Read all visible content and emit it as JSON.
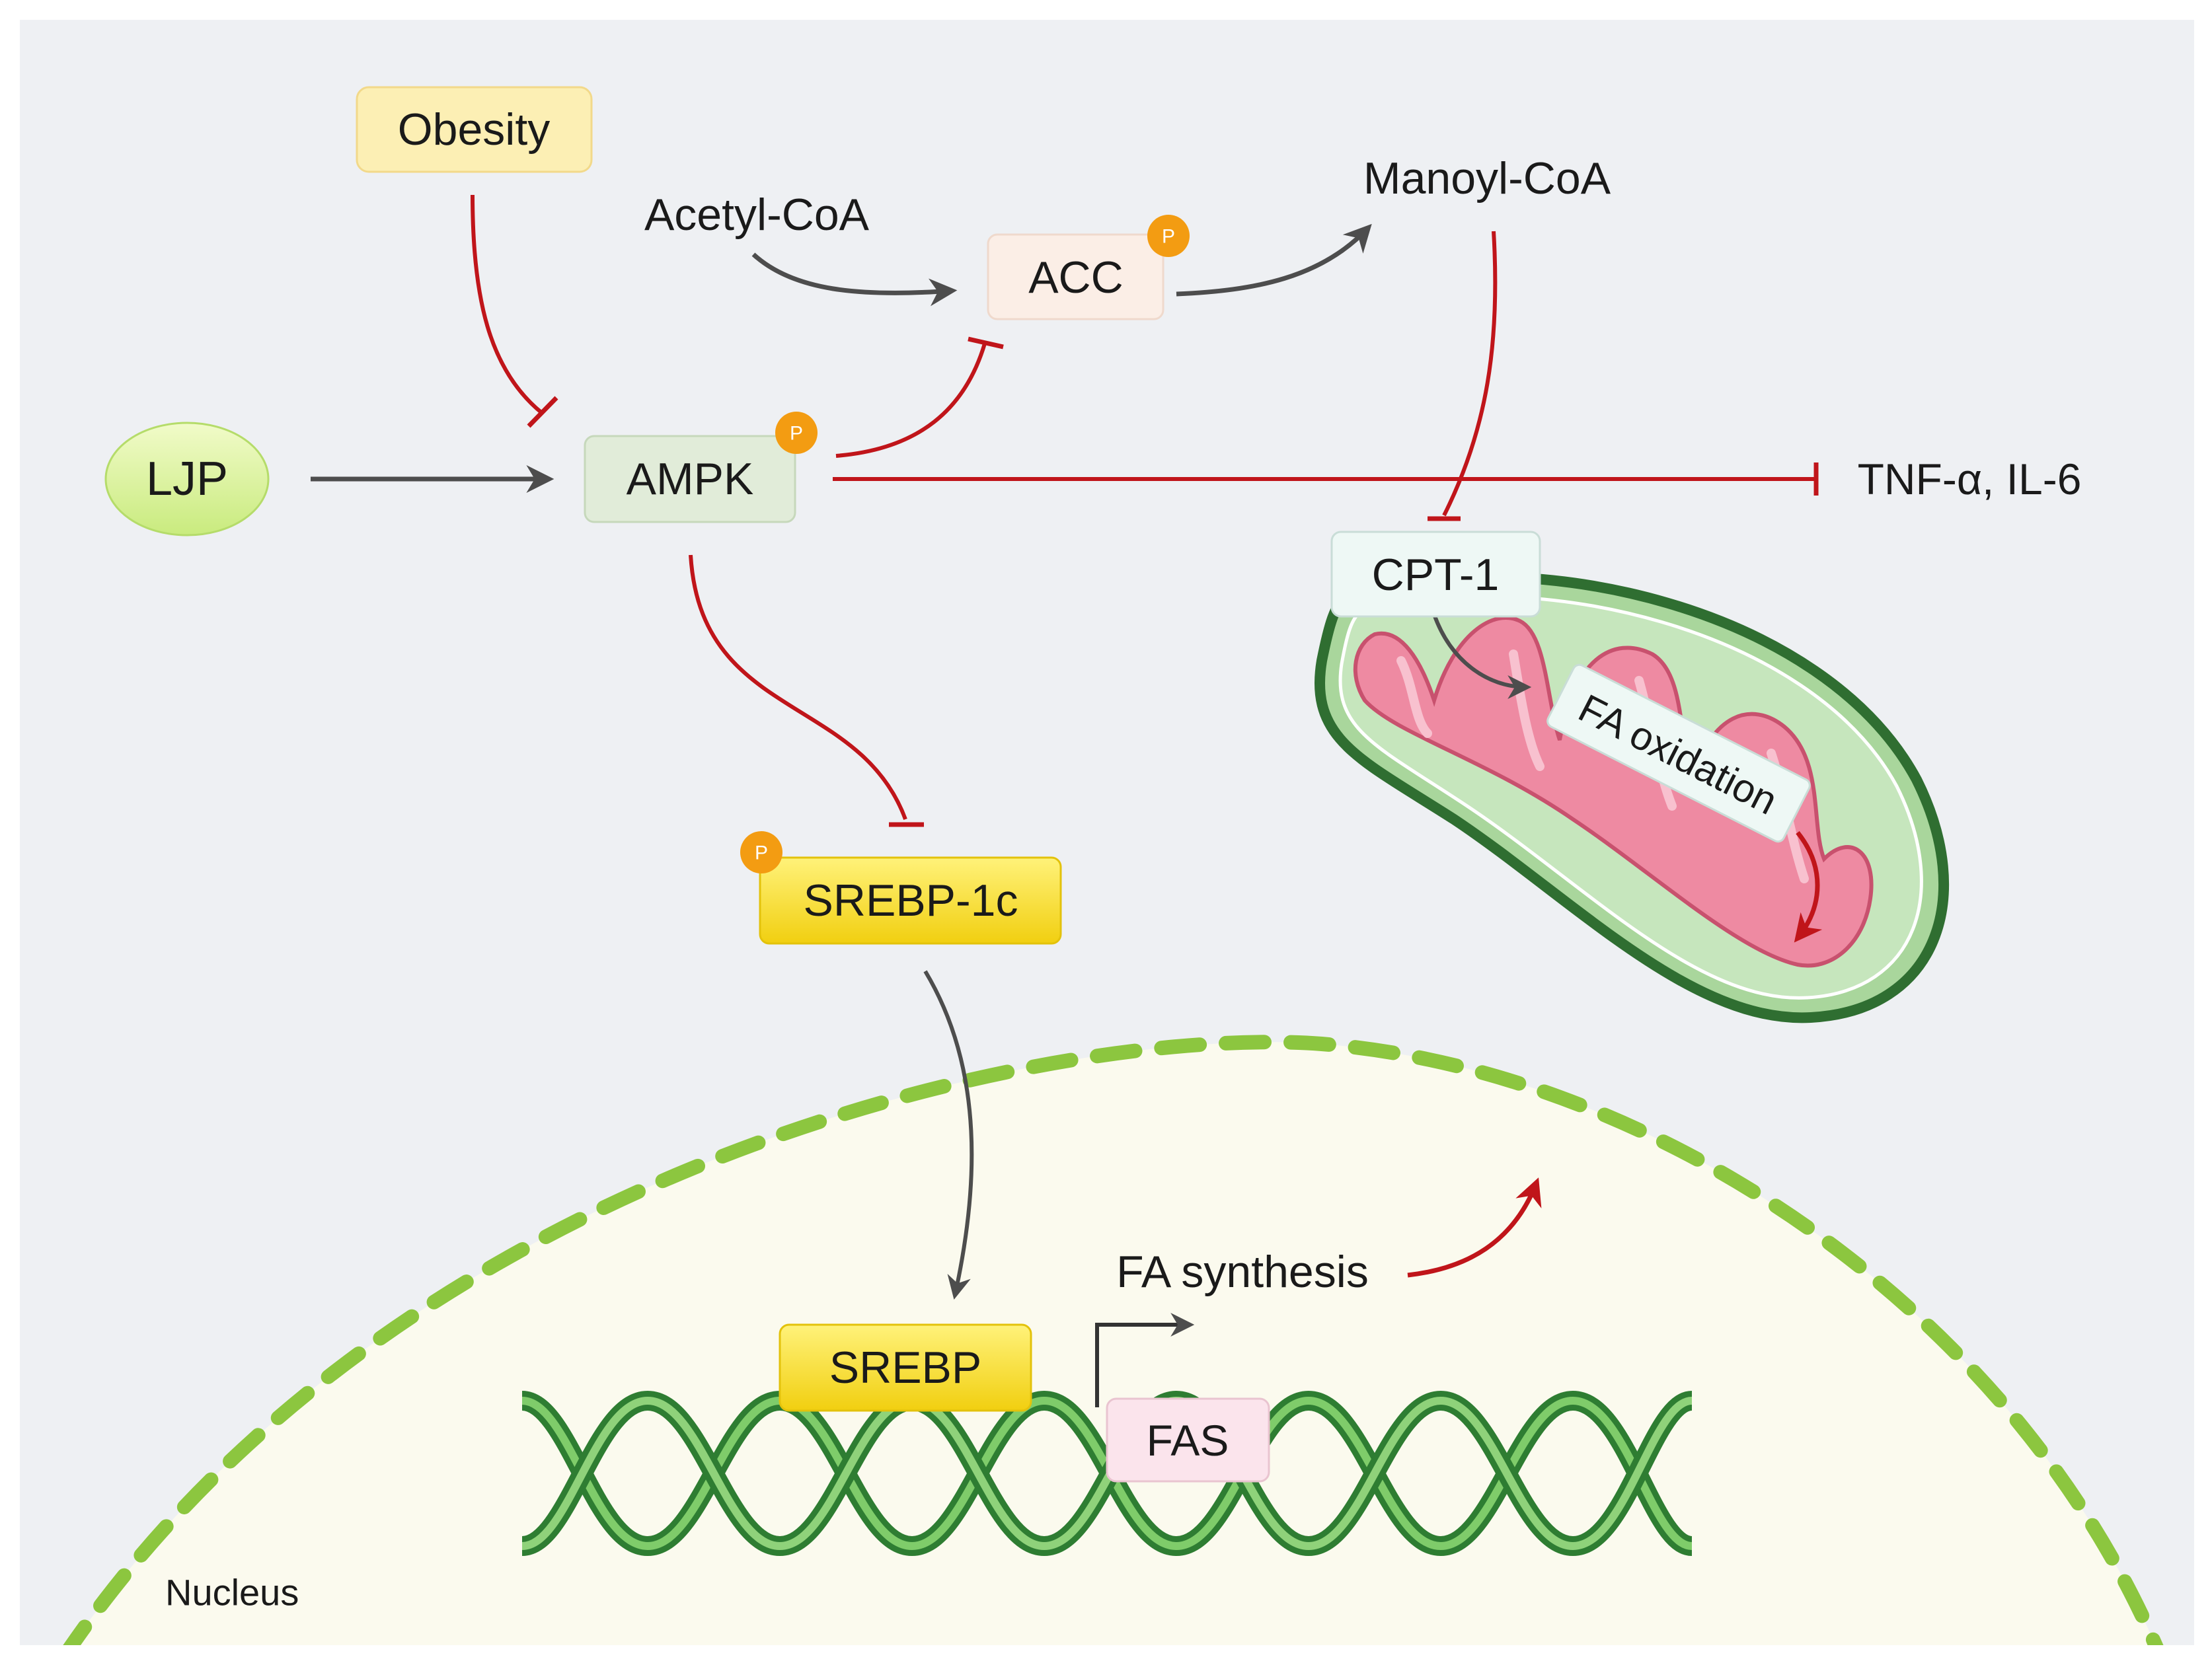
{
  "nodes": {
    "obesity": "Obesity",
    "acetyl_coa": "Acetyl-CoA",
    "acc": "ACC",
    "manoyl_coa": "Manoyl-CoA",
    "ljp": "LJP",
    "ampk": "AMPK",
    "tnf_il6": "TNF-α, IL-6",
    "cpt1": "CPT-1",
    "fa_oxidation": "FA oxidation",
    "srebp1c": "SREBP-1c",
    "srebp": "SREBP",
    "fas": "FAS",
    "fa_synthesis": "FA synthesis",
    "nucleus": "Nucleus"
  },
  "phospho_label": "P",
  "colors": {
    "background": "#eef0f3",
    "inhibit": "#c0151a",
    "activate": "#4d4d4d",
    "nucleus_fill": "#fbfaee",
    "nucleus_border": "#8cc63f",
    "mito_outer": "#4f9a4a",
    "mito_inner": "#e8708a",
    "dna_green": "#3c9a3a",
    "phospho": "#f39c12",
    "srebp_yellow": "#f7e23a",
    "ljp_green": "#dff4a8",
    "obesity_yellow": "#fcefb4",
    "ampk_green": "#e1ecd9",
    "acc_peach": "#fbeee6",
    "cpt_mint": "#eef8f5",
    "fas_pink": "#fbe4ec"
  }
}
